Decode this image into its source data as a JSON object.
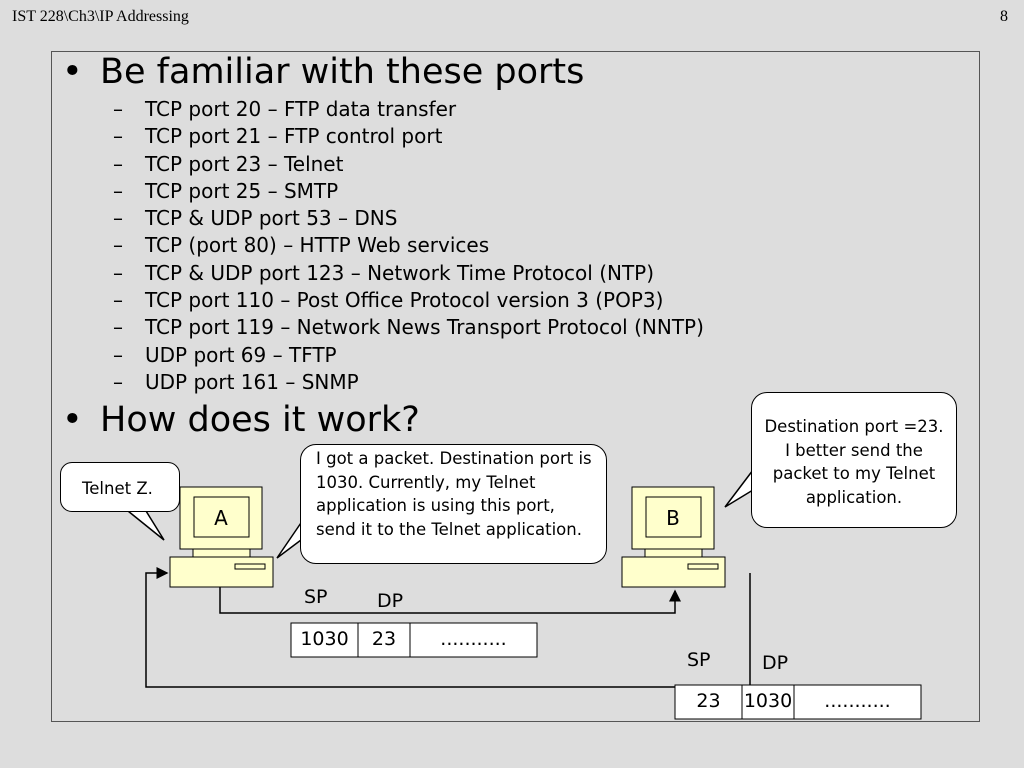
{
  "header": {
    "title": "IST 228\\Ch3\\IP Addressing",
    "page_number": "8"
  },
  "bullets": {
    "ports_heading": "Be familiar with these ports",
    "ports": [
      "TCP port 20 – FTP data transfer",
      "TCP port 21 – FTP control port",
      "TCP port 23 – Telnet",
      "TCP port 25 – SMTP",
      "TCP & UDP port 53 – DNS",
      "TCP (port 80) – HTTP Web services",
      "TCP & UDP port 123 – Network Time Protocol (NTP)",
      "TCP port 110 – Post Office Protocol version 3 (POP3)",
      "TCP port 119 – Network News Transport Protocol (NNTP)",
      "UDP port 69 – TFTP",
      "UDP port 161 – SNMP"
    ],
    "how_heading": "How does it work?"
  },
  "diagram": {
    "computer_a": "A",
    "computer_b": "B",
    "bubble_telnet": "Telnet Z.",
    "bubble_a": "I got a packet. Destination port is 1030. Currently, my Telnet application is using this port, send it to the Telnet application.",
    "bubble_b": "Destination port =23. I better send the packet to my Telnet application.",
    "packet1": {
      "sp_label": "SP",
      "dp_label": "DP",
      "sp": "1030",
      "dp": "23",
      "rest": "..........."
    },
    "packet2": {
      "sp_label": "SP",
      "dp_label": "DP",
      "sp": "23",
      "dp": "1030",
      "rest": "..........."
    }
  }
}
